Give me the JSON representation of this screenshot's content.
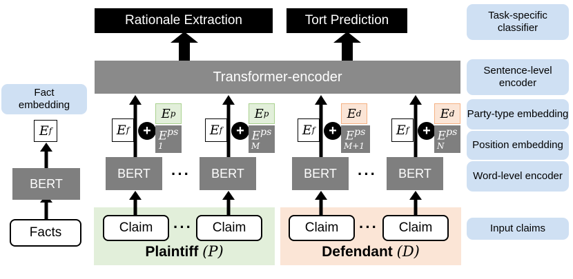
{
  "classifiers": {
    "rationale": "Rationale Extraction",
    "tort": "Tort Prediction"
  },
  "encoder": {
    "label": "Transformer-encoder"
  },
  "fact_branch": {
    "embedding_label": "Fact embedding",
    "ef_base": "E",
    "ef_sup": "f",
    "bert": "BERT",
    "facts": "Facts"
  },
  "columns": [
    {
      "bert": "BERT",
      "claim": "Claim",
      "party_base": "E",
      "party_sup": "p",
      "pos_base": "E",
      "pos_sup": "ps",
      "pos_sub": "1"
    },
    {
      "bert": "BERT",
      "claim": "Claim",
      "party_base": "E",
      "party_sup": "p",
      "pos_base": "E",
      "pos_sup": "ps",
      "pos_sub": "M"
    },
    {
      "bert": "BERT",
      "claim": "Claim",
      "party_base": "E",
      "party_sup": "d",
      "pos_base": "E",
      "pos_sup": "ps",
      "pos_sub": "M+1"
    },
    {
      "bert": "BERT",
      "claim": "Claim",
      "party_base": "E",
      "party_sup": "d",
      "pos_base": "E",
      "pos_sup": "ps",
      "pos_sub": "N"
    }
  ],
  "plaintiff": {
    "label": "Plaintiff",
    "var": "(P)"
  },
  "defendant": {
    "label": "Defendant",
    "var": "(D)"
  },
  "ellipsis": "···",
  "right_labels": {
    "task": "Task-specific classifier",
    "sentence": "Sentence-level encoder",
    "party": "Party-type embedding",
    "position": "Position embedding",
    "word": "Word-level encoder",
    "input": "Input claims"
  },
  "colors": {
    "plaintiff_bg": "#e2efda",
    "defendant_bg": "#fbe5d6",
    "label_bg": "#cfe0f3"
  }
}
